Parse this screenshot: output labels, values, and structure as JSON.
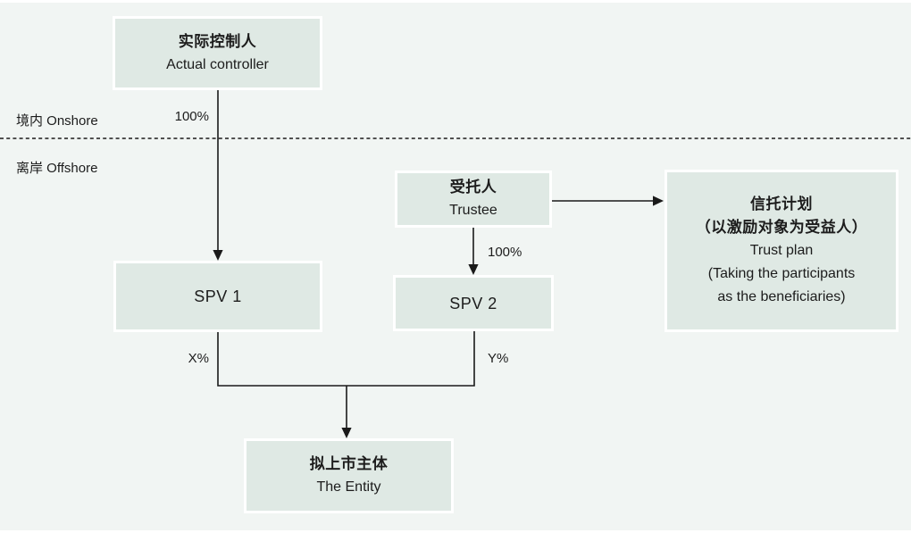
{
  "regions": {
    "onshore": "境内 Onshore",
    "offshore": "离岸 Offshore"
  },
  "nodes": {
    "actual_controller": {
      "lines": [
        "实际控制人",
        "Actual controller"
      ]
    },
    "trustee": {
      "lines": [
        "受托人",
        "Trustee"
      ]
    },
    "spv1": {
      "lines": [
        "SPV 1"
      ]
    },
    "spv2": {
      "lines": [
        "SPV 2"
      ]
    },
    "trust_plan": {
      "lines": [
        "信托计划",
        "（以激励对象为受益人）",
        "Trust plan",
        "(Taking the participants",
        "as the beneficiaries)"
      ]
    },
    "entity": {
      "lines": [
        "拟上市主体",
        "The Entity"
      ]
    }
  },
  "edge_labels": {
    "controller_to_spv1": "100%",
    "trustee_to_spv2": "100%",
    "spv1_to_entity": "X%",
    "spv2_to_entity": "Y%"
  },
  "colors": {
    "background": "#f1f5f3",
    "node_fill": "#dfe9e4",
    "node_border": "#ffffff",
    "line": "#1a1a1a",
    "text": "#1c1c1c"
  }
}
